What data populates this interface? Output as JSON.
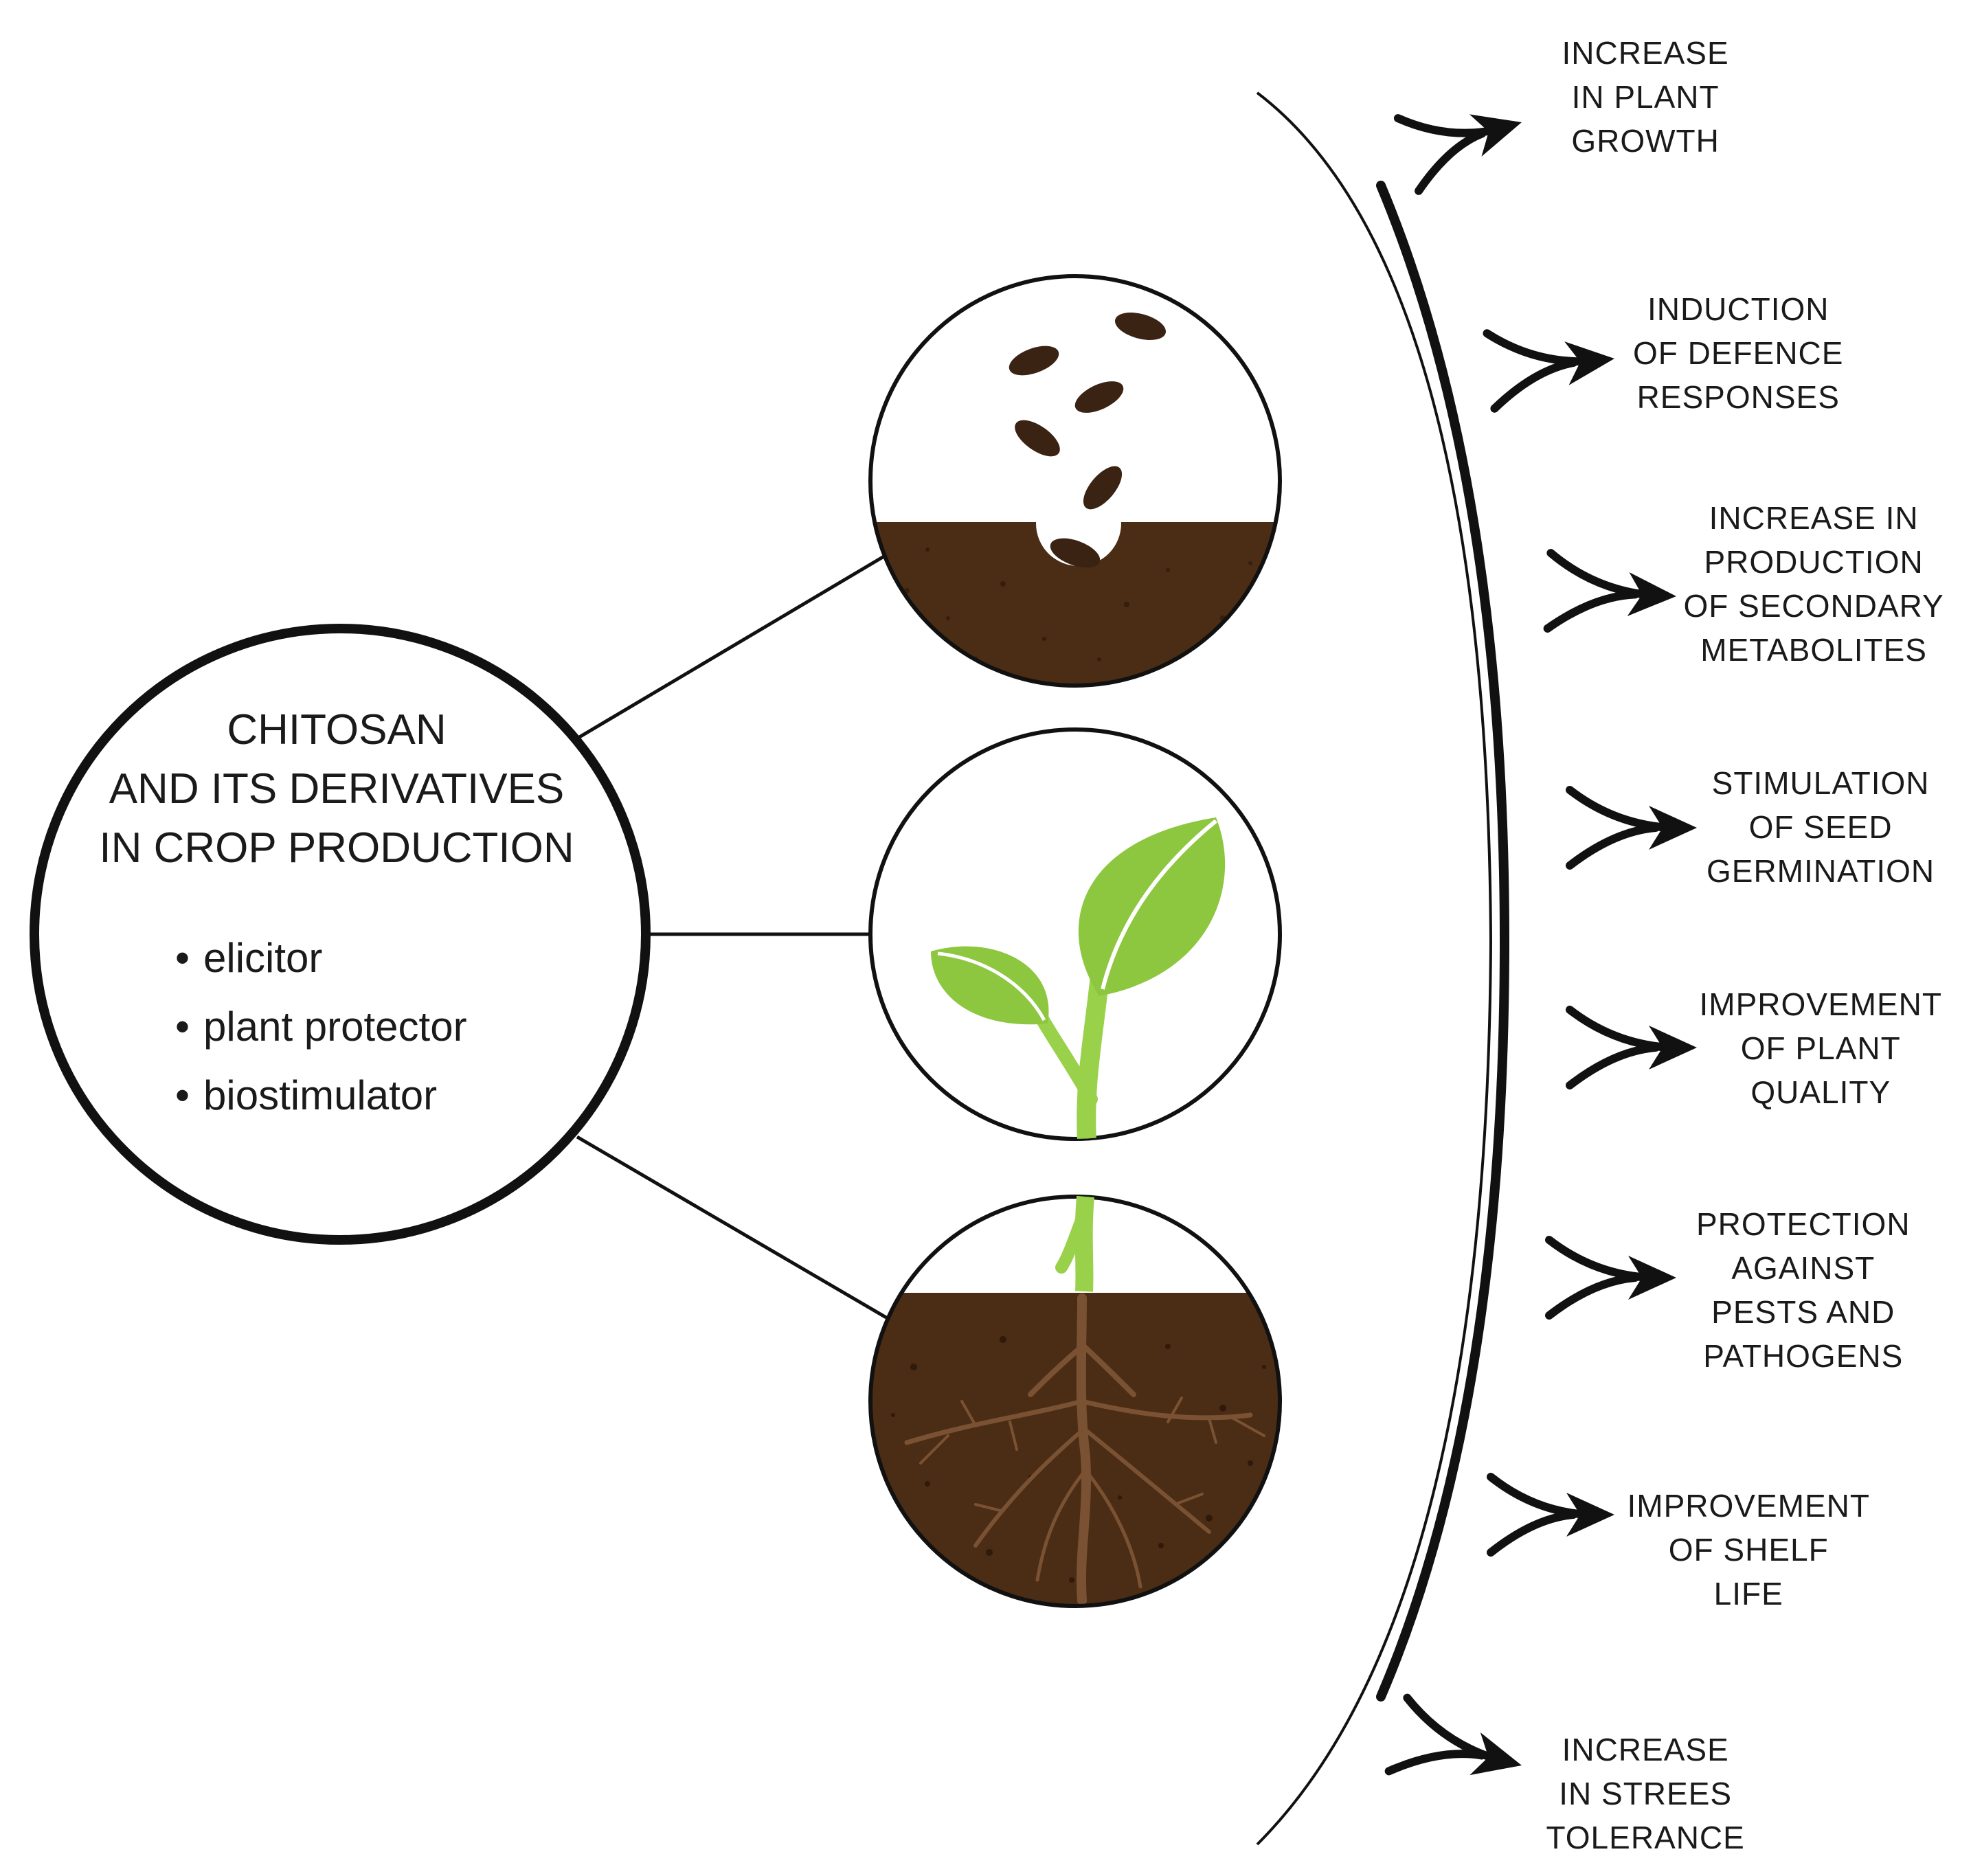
{
  "center": {
    "title_lines": [
      "CHITOSAN",
      "AND ITS DERIVATIVES",
      "IN CROP PRODUCTION"
    ],
    "roles": [
      "elicitor",
      "plant protector",
      "biostimulator"
    ]
  },
  "stages": {
    "seed": "seeds-in-soil-illustration",
    "seedling": "green-seedling-illustration",
    "roots": "root-system-illustration"
  },
  "effects": [
    {
      "lines": [
        "INCREASE",
        "IN PLANT",
        "GROWTH"
      ]
    },
    {
      "lines": [
        "INDUCTION",
        "OF DEFENCE",
        "RESPONSES"
      ]
    },
    {
      "lines": [
        "INCREASE IN",
        "PRODUCTION",
        "OF SECONDARY",
        "METABOLITES"
      ]
    },
    {
      "lines": [
        "STIMULATION",
        "OF SEED",
        "GERMINATION"
      ]
    },
    {
      "lines": [
        "IMPROVEMENT",
        "OF PLANT",
        "QUALITY"
      ]
    },
    {
      "lines": [
        "PROTECTION",
        "AGAINST",
        "PESTS AND",
        "PATHOGENS"
      ]
    },
    {
      "lines": [
        "IMPROVEMENT",
        "OF SHELF",
        "LIFE"
      ]
    },
    {
      "lines": [
        "INCREASE",
        "IN STREES",
        "TOLERANCE"
      ]
    }
  ],
  "colors": {
    "soil": "#4a2d14",
    "leaf": "#8dc63f",
    "stem": "#9ad14b",
    "root": "#7a5233",
    "seed": "#3b2314",
    "outline": "#111111"
  }
}
